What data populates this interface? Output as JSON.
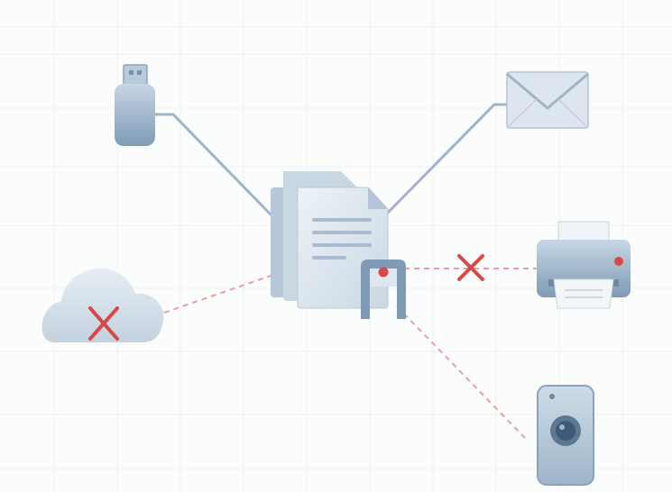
{
  "diagram": {
    "hub": {
      "icon": "document-with-lock-icon"
    },
    "allowed_connections": [
      {
        "target": "usb-drive-icon",
        "status": "allowed"
      },
      {
        "target": "email-envelope-icon",
        "status": "allowed"
      }
    ],
    "blocked_connections": [
      {
        "target": "cloud-icon",
        "status": "blocked"
      },
      {
        "target": "printer-icon",
        "status": "blocked"
      },
      {
        "target": "smartphone-camera-icon",
        "status": "blocked"
      }
    ],
    "colors": {
      "allowed_line": "#9fb4c9",
      "blocked_line": "#e8a0a0",
      "blocked_mark": "#d94848",
      "icon_fill": "#a9bfd4",
      "icon_dark": "#7892ad",
      "lock_dot": "#d94848",
      "grid": "#eef2f1"
    }
  }
}
